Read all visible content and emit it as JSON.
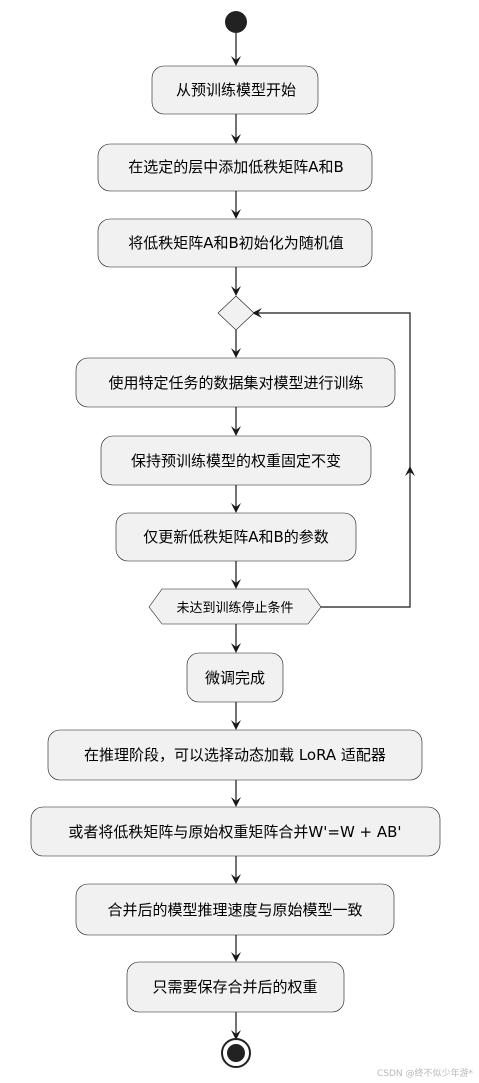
{
  "diagram": {
    "steps": [
      "从预训练模型开始",
      "在选定的层中添加低秩矩阵A和B",
      "将低秩矩阵A和B初始化为随机值",
      "使用特定任务的数据集对模型进行训练",
      "保持预训练模型的权重固定不变",
      "仅更新低秩矩阵A和B的参数",
      "微调完成",
      "在推理阶段，可以选择动态加载 LoRA 适配器",
      "或者将低秩矩阵与原始权重矩阵合并W'=W + AB'",
      "合并后的模型推理速度与原始模型一致",
      "只需要保存合并后的权重"
    ],
    "loop_condition": "未达到训练停止条件"
  },
  "watermark": "CSDN @终不似少年游*"
}
